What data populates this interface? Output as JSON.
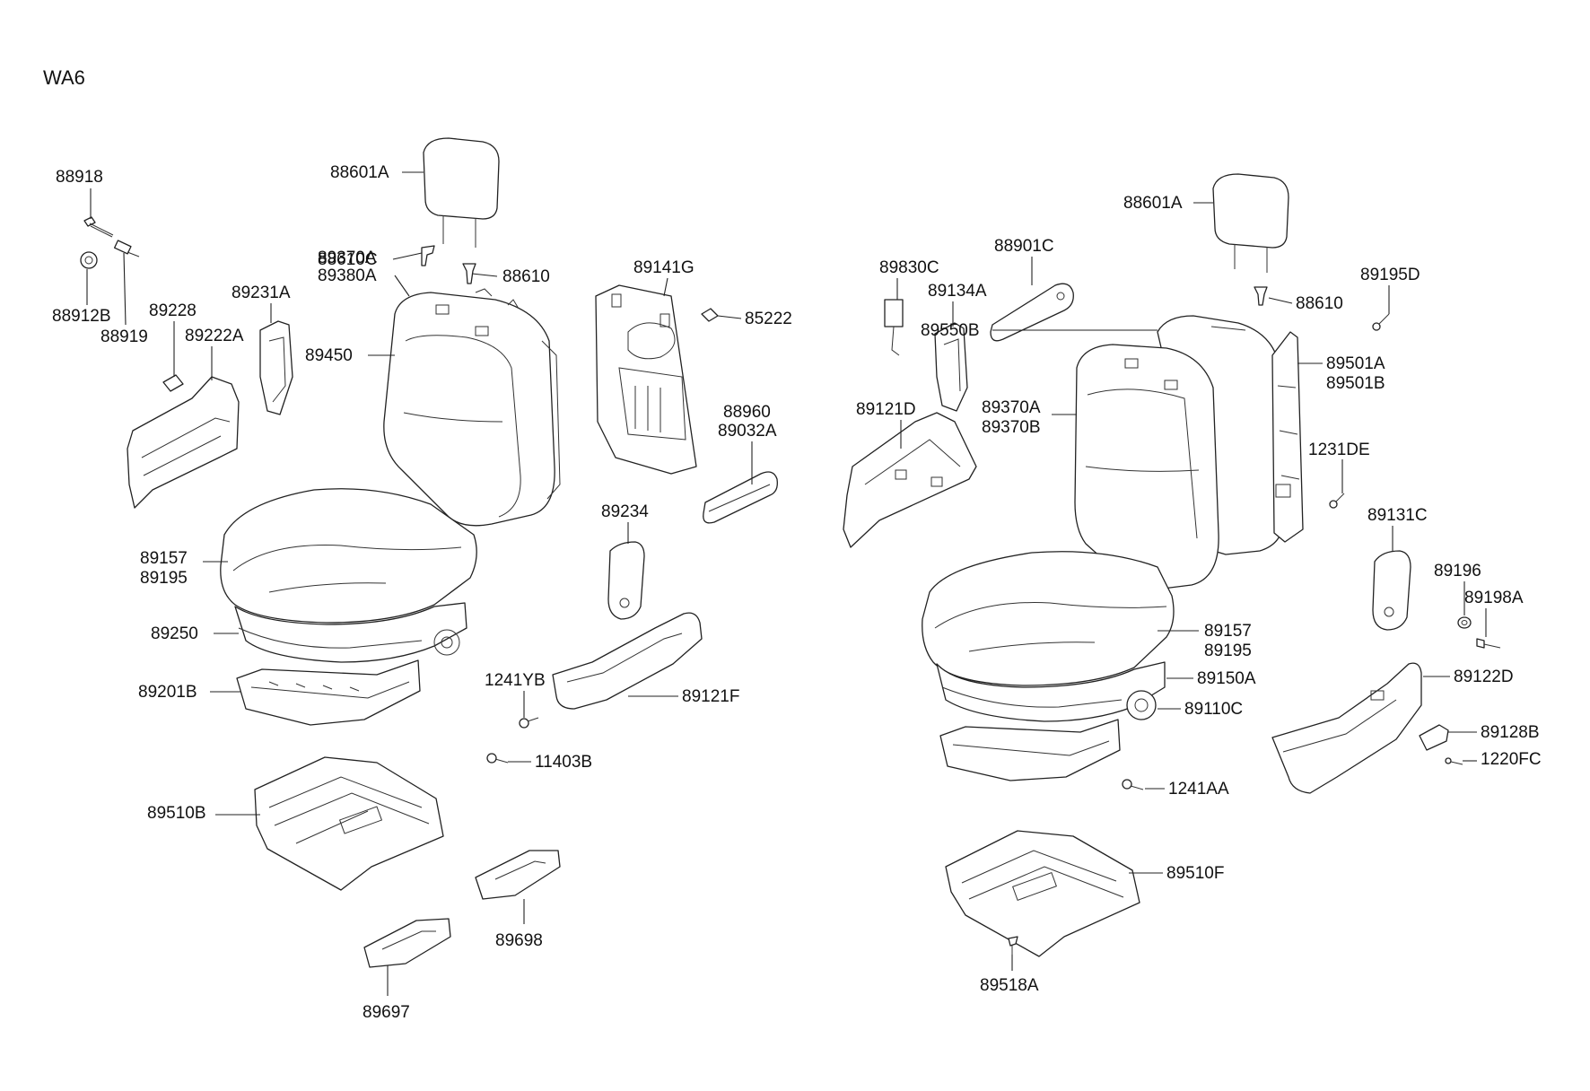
{
  "diagram": {
    "code": "WA6",
    "labels": [
      "88918",
      "88912B",
      "88919",
      "89228",
      "89222A",
      "89231A",
      "88601A",
      "88610C",
      "88610",
      "89370A",
      "89380A",
      "89450",
      "89141G",
      "85222",
      "88960",
      "89032A",
      "89234",
      "89157",
      "89195",
      "89250",
      "89201B",
      "1241YB",
      "11403B",
      "89121F",
      "89510B",
      "89698",
      "89697",
      "89830C",
      "89134A",
      "88901C",
      "89121D",
      "88601A",
      "88610",
      "89550B",
      "89370A",
      "89370B",
      "89501A",
      "89501B",
      "89195D",
      "1231DE",
      "89131C",
      "89196",
      "89198A",
      "89157",
      "89195",
      "89150A",
      "89110C",
      "89122D",
      "89128B",
      "1220FC",
      "1241AA",
      "89510F",
      "89518A"
    ]
  }
}
